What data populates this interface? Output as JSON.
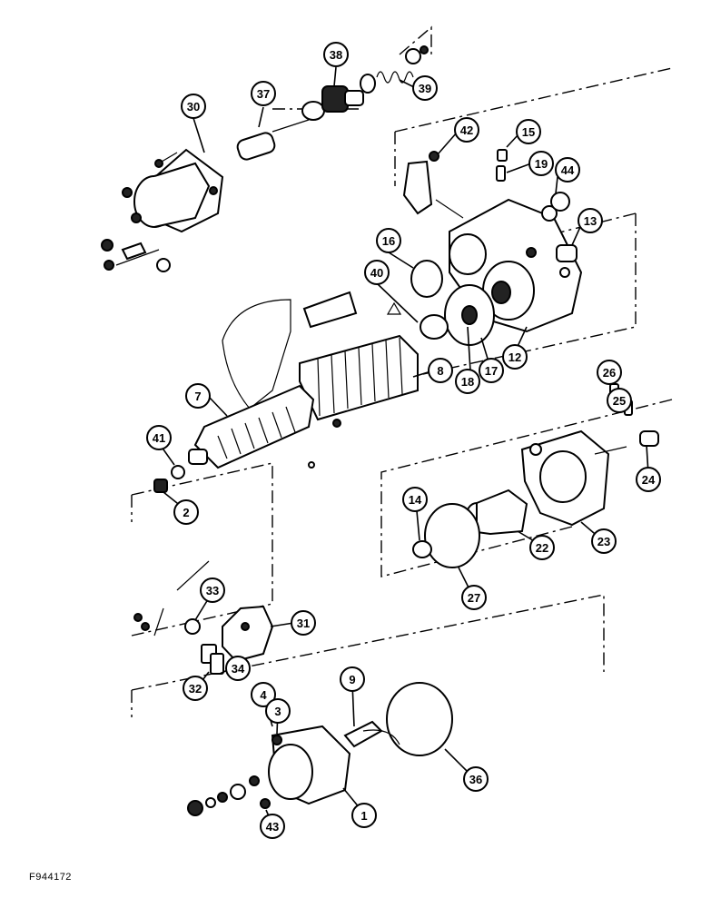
{
  "figure_code": "F944172",
  "callouts": [
    {
      "id": "c1",
      "label": "1"
    },
    {
      "id": "c2",
      "label": "2"
    },
    {
      "id": "c3",
      "label": "3"
    },
    {
      "id": "c4",
      "label": "4"
    },
    {
      "id": "c7",
      "label": "7"
    },
    {
      "id": "c8",
      "label": "8"
    },
    {
      "id": "c9",
      "label": "9"
    },
    {
      "id": "c12",
      "label": "12"
    },
    {
      "id": "c13",
      "label": "13"
    },
    {
      "id": "c14",
      "label": "14"
    },
    {
      "id": "c15",
      "label": "15"
    },
    {
      "id": "c16",
      "label": "16"
    },
    {
      "id": "c17",
      "label": "17"
    },
    {
      "id": "c18",
      "label": "18"
    },
    {
      "id": "c19",
      "label": "19"
    },
    {
      "id": "c22",
      "label": "22"
    },
    {
      "id": "c23",
      "label": "23"
    },
    {
      "id": "c24",
      "label": "24"
    },
    {
      "id": "c25",
      "label": "25"
    },
    {
      "id": "c26",
      "label": "26"
    },
    {
      "id": "c27",
      "label": "27"
    },
    {
      "id": "c30",
      "label": "30"
    },
    {
      "id": "c31",
      "label": "31"
    },
    {
      "id": "c32",
      "label": "32"
    },
    {
      "id": "c33",
      "label": "33"
    },
    {
      "id": "c34",
      "label": "34"
    },
    {
      "id": "c36",
      "label": "36"
    },
    {
      "id": "c37",
      "label": "37"
    },
    {
      "id": "c38",
      "label": "38"
    },
    {
      "id": "c39",
      "label": "39"
    },
    {
      "id": "c40",
      "label": "40"
    },
    {
      "id": "c41",
      "label": "41"
    },
    {
      "id": "c42",
      "label": "42"
    },
    {
      "id": "c43",
      "label": "43"
    },
    {
      "id": "c44",
      "label": "44"
    }
  ]
}
